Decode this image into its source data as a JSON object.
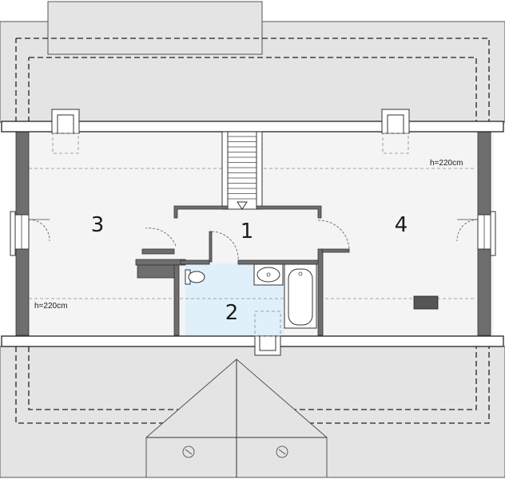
{
  "rooms": [
    {
      "id": "room-1",
      "label": "1"
    },
    {
      "id": "room-2",
      "label": "2"
    },
    {
      "id": "room-3",
      "label": "3"
    },
    {
      "id": "room-4",
      "label": "4"
    }
  ],
  "ceiling_heights": {
    "right": "h=220cm",
    "left": "h=220cm"
  },
  "colors": {
    "roof": "#e4e4e4",
    "walls": "#6e6e6e",
    "bathroom_floor": "#dff0fa"
  }
}
